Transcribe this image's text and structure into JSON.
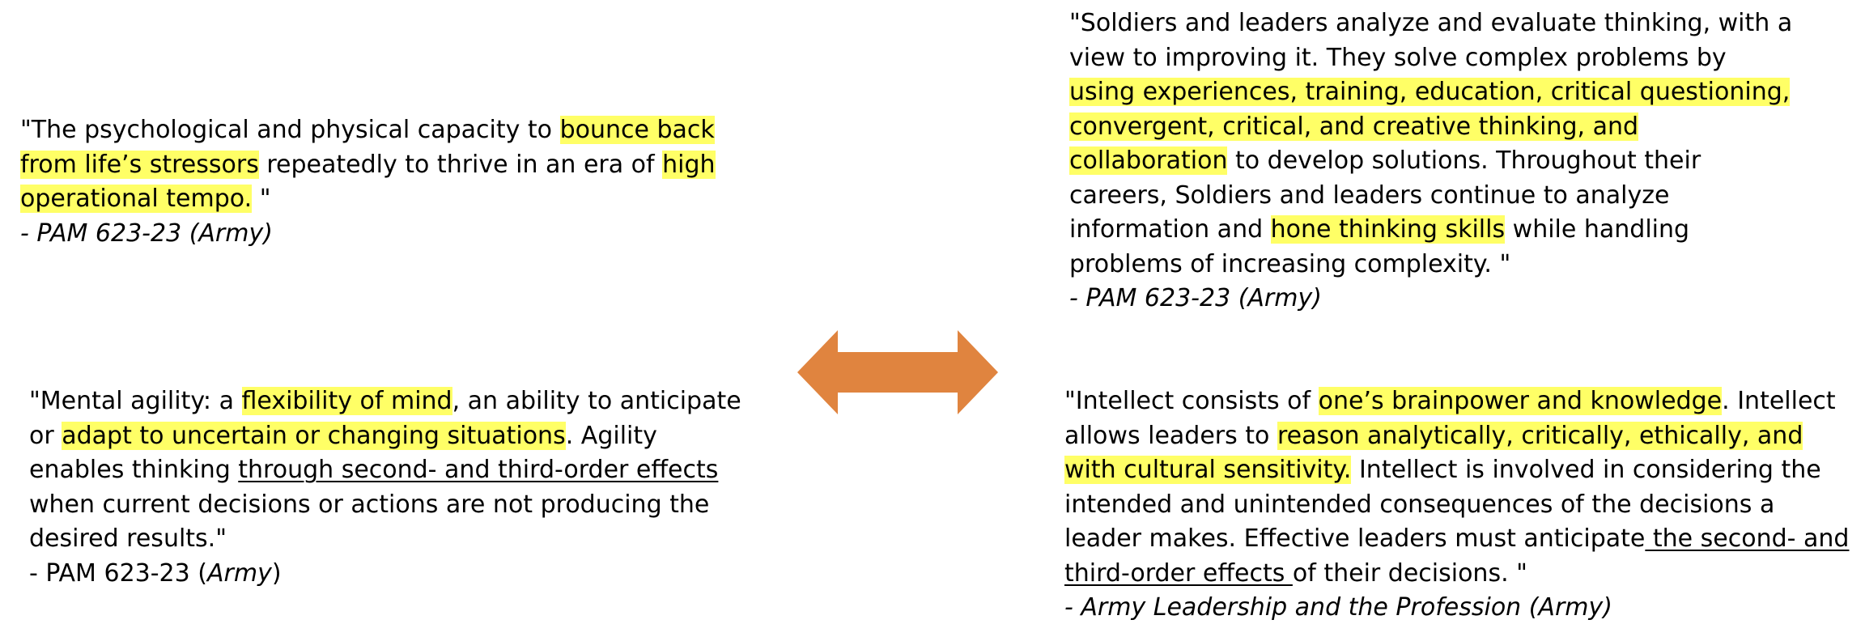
{
  "colors": {
    "highlight": "#FFFF66",
    "arrow": "#E0843F",
    "text": "#000000"
  },
  "arrow_icon": "double-headed-arrow-icon",
  "quotes": {
    "resilience": {
      "lines": [
        [
          "\"The psychological and physical capacity to ",
          "bounce back"
        ],
        [
          "from life’s stressors",
          " repeatedly to thrive in an era of ",
          "high"
        ],
        [
          "operational tempo.",
          " \""
        ]
      ],
      "source": "- PAM 623-23 (Army)"
    },
    "critical_thinking": {
      "lines": [
        [
          "\"Soldiers and leaders analyze and evaluate thinking, with a"
        ],
        [
          "view to improving it. They solve complex problems by"
        ],
        [
          "using experiences, training, education, critical questioning,"
        ],
        [
          "convergent, critical, and creative thinking, and"
        ],
        [
          "collaboration",
          " to develop solutions. Throughout their"
        ],
        [
          "careers, Soldiers and leaders continue to analyze"
        ],
        [
          "information and ",
          "hone thinking skills",
          " while handling"
        ],
        [
          "problems of increasing complexity. \""
        ]
      ],
      "source": "- PAM 623-23  (Army)"
    },
    "mental_agility": {
      "lines": [
        [
          "\"Mental agility: a ",
          "flexibility of mind",
          ", an ability to anticipate"
        ],
        [
          "or ",
          "adapt to uncertain or changing situations",
          ". Agility"
        ],
        [
          "enables thinking ",
          "through second- and third-order effects"
        ],
        [
          "when current decisions or actions are not producing the"
        ],
        [
          "desired results.\""
        ]
      ],
      "source_prefix": "- PAM 623-23 (",
      "source_org": "Army",
      "source_suffix": ")"
    },
    "intellect": {
      "lines": [
        [
          "\"Intellect consists of ",
          "one’s brainpower and knowledge",
          ". Intellect"
        ],
        [
          "allows leaders to ",
          "reason analytically, critically, ethically, and"
        ],
        [
          "with cultural sensitivity.",
          " Intellect is involved in considering the"
        ],
        [
          "intended and unintended consequences of the decisions a"
        ],
        [
          "leader makes. Effective leaders must anticipate",
          " the second- and"
        ],
        [
          "third-order effects ",
          "of their decisions. \""
        ]
      ],
      "source": "- Army Leadership and the Profession (Army)"
    }
  }
}
